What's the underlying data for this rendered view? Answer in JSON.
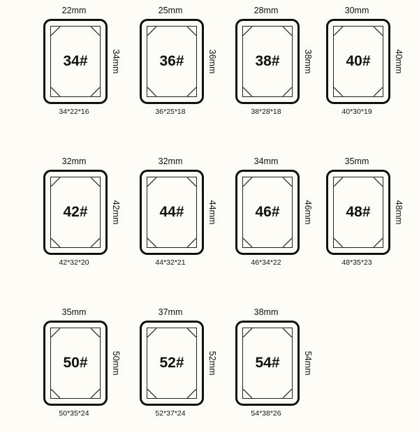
{
  "items": [
    {
      "size": "34#",
      "width": "22mm",
      "height": "34mm",
      "dims": "34*22*16"
    },
    {
      "size": "36#",
      "width": "25mm",
      "height": "36mm",
      "dims": "36*25*18"
    },
    {
      "size": "38#",
      "width": "28mm",
      "height": "38mm",
      "dims": "38*28*18"
    },
    {
      "size": "40#",
      "width": "30mm",
      "height": "40mm",
      "dims": "40*30*19"
    },
    {
      "size": "42#",
      "width": "32mm",
      "height": "42mm",
      "dims": "42*32*20"
    },
    {
      "size": "44#",
      "width": "32mm",
      "height": "44mm",
      "dims": "44*32*21"
    },
    {
      "size": "46#",
      "width": "34mm",
      "height": "46mm",
      "dims": "46*34*22"
    },
    {
      "size": "48#",
      "width": "35mm",
      "height": "48mm",
      "dims": "48*35*23"
    },
    {
      "size": "50#",
      "width": "35mm",
      "height": "50mm",
      "dims": "50*35*24"
    },
    {
      "size": "52#",
      "width": "37mm",
      "height": "52mm",
      "dims": "52*37*24"
    },
    {
      "size": "54#",
      "width": "38mm",
      "height": "54mm",
      "dims": "54*38*26"
    }
  ]
}
